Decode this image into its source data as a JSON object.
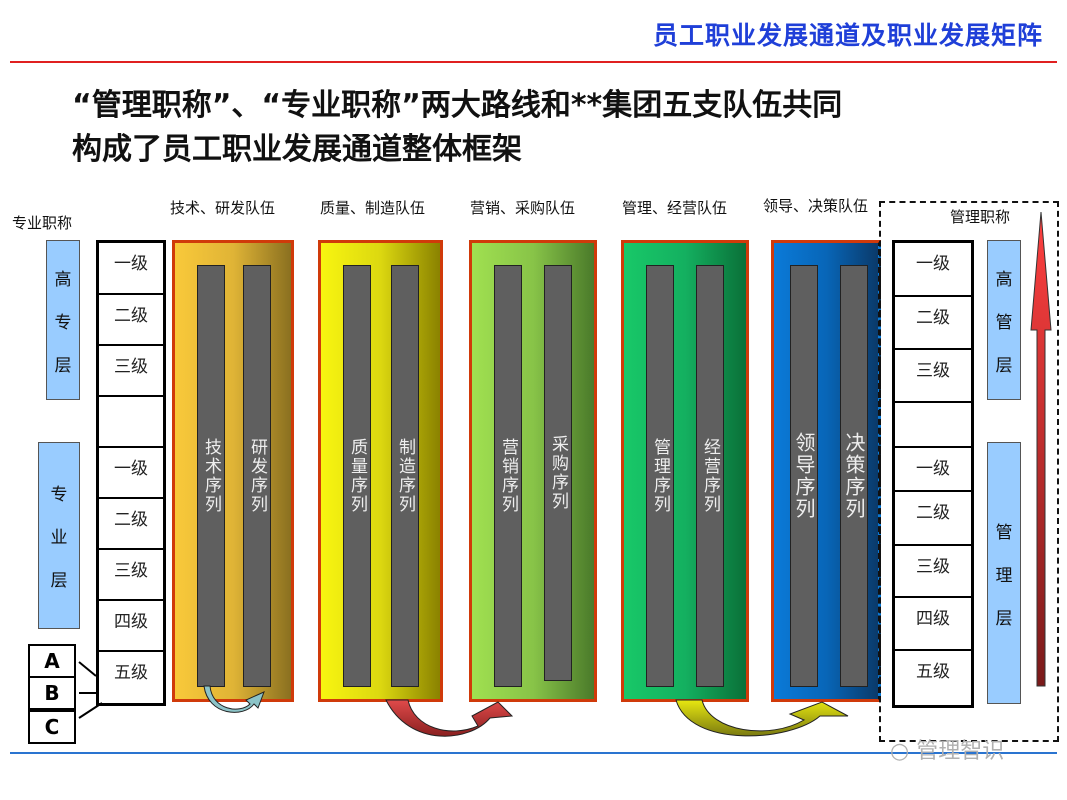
{
  "header": {
    "title": "员工职业发展通道及职业发展矩阵",
    "headline_line1": "“管理职称”、“专业职称”两大路线和**集团五支队伍共同",
    "headline_line2": "构成了员工职业发展通道整体框架",
    "accent_color": "#1f3fd8",
    "rule_color": "#e02020"
  },
  "left_ladder": {
    "title": "专业职称",
    "senior_tier": [
      "高",
      "专",
      "层"
    ],
    "professional_tier": [
      "专",
      "业",
      "层"
    ],
    "levels_senior": [
      "一级",
      "二级",
      "三级"
    ],
    "levels_professional": [
      "一级",
      "二级",
      "三级",
      "四级",
      "五级"
    ],
    "grades": [
      "A",
      "B",
      "C"
    ]
  },
  "teams": [
    {
      "label": "技术、研发队伍",
      "sequences": [
        "技术序列",
        "研发序列"
      ],
      "color_start": "#f9c93a",
      "color_end": "#8a7020"
    },
    {
      "label": "质量、制造队伍",
      "sequences": [
        "质量序列",
        "制造序列"
      ],
      "color_start": "#f8f510",
      "color_end": "#8a8200"
    },
    {
      "label": "营销、采购队伍",
      "sequences": [
        "营销序列",
        "采购序列"
      ],
      "color_start": "#a0e050",
      "color_end": "#4a7a2a"
    },
    {
      "label": "管理、经营队伍",
      "sequences": [
        "管理序列",
        "经营序列"
      ],
      "color_start": "#18c868",
      "color_end": "#0a7038"
    },
    {
      "label": "领导、决策队伍",
      "sequences": [
        "领导序列",
        "决策序列"
      ],
      "color_start": "#0a7ad8",
      "color_end": "#0a3a6a"
    }
  ],
  "right_ladder": {
    "title": "管理职称",
    "senior_tier": [
      "高",
      "管",
      "层"
    ],
    "management_tier": [
      "管",
      "理",
      "层"
    ],
    "levels_senior": [
      "一级",
      "二级",
      "三级"
    ],
    "levels_management": [
      "一级",
      "二级",
      "三级",
      "四级",
      "五级"
    ]
  },
  "watermark": "管理智识"
}
